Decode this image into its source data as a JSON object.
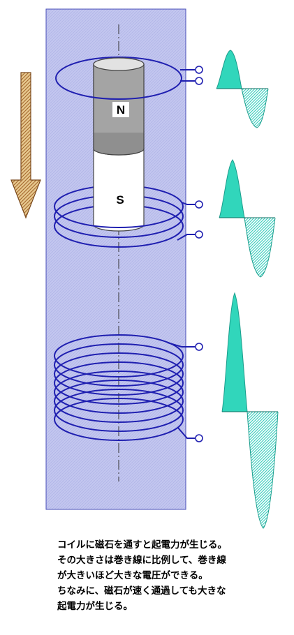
{
  "magnet": {
    "north_label": "N",
    "south_label": "S"
  },
  "coils": [
    {
      "name": "single-turn-coil",
      "turns": 1
    },
    {
      "name": "few-turn-coil",
      "turns": 3
    },
    {
      "name": "many-turn-coil",
      "turns": 8
    }
  ],
  "caption": {
    "lines": [
      "コイルに磁石を通すと起電力が生じる。",
      "その大きさは巻き線に比例して、巻き線",
      "が大きいほど大きな電圧ができる。",
      "ちなみに、磁石が速く通過しても大きな",
      "起電力が生じる。"
    ]
  },
  "colors": {
    "panel_fill": "#c3c6ef",
    "panel_border": "#4a4fb8",
    "coil": "#1f1fb0",
    "wave_fill": "#31d6bb",
    "wave_hatch": "#43cfc0",
    "arrow_fill": "#c79a5a",
    "magnet_north": "#a0a0a0",
    "magnet_south": "#ffffff"
  }
}
